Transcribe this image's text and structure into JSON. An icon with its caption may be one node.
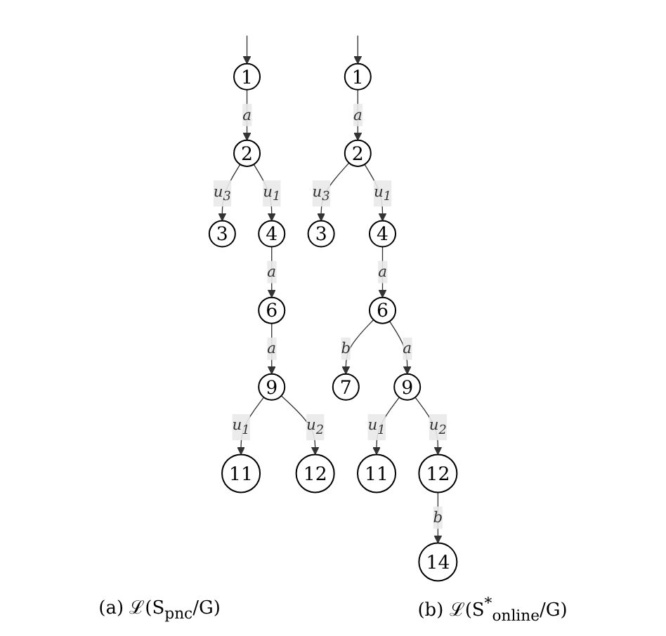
{
  "diagram": {
    "nodes": [
      {
        "text": [
          "1"
        ]
      },
      {
        "text": [
          "2"
        ]
      },
      {
        "text": [
          "3"
        ]
      },
      {
        "text": [
          "4"
        ]
      },
      {
        "text": [
          "6"
        ]
      },
      {
        "text": [
          "9"
        ]
      },
      {
        "text": [
          "11"
        ]
      },
      {
        "text": [
          "12"
        ]
      },
      {
        "text": [
          "1"
        ]
      },
      {
        "text": [
          "2"
        ]
      },
      {
        "text": [
          "3"
        ]
      },
      {
        "text": [
          "4"
        ]
      },
      {
        "text": [
          "6"
        ]
      },
      {
        "text": [
          "7"
        ]
      },
      {
        "text": [
          "9"
        ]
      },
      {
        "text": [
          "11"
        ]
      },
      {
        "text": [
          "12"
        ]
      },
      {
        "text": [
          "14"
        ]
      }
    ],
    "edges": [
      {
        "from": null,
        "to": 0,
        "arrow": "to"
      },
      {
        "from": 0,
        "to": 1,
        "arrow": "to",
        "label": "a"
      },
      {
        "from": 1,
        "to": 2,
        "arrow": "to",
        "label": "u$_{3}$"
      },
      {
        "from": 1,
        "to": 3,
        "arrow": "to",
        "label": "u$_{1}$"
      },
      {
        "from": 3,
        "to": 4,
        "arrow": "to",
        "label": "a"
      },
      {
        "from": 4,
        "to": 5,
        "arrow": "to",
        "label": "a"
      },
      {
        "from": 5,
        "to": 6,
        "arrow": "to",
        "label": "u$_{1}$"
      },
      {
        "from": 5,
        "to": 7,
        "arrow": "to",
        "label": "u$_{2}$"
      },
      {
        "from": null,
        "to": 8,
        "arrow": "to"
      },
      {
        "from": 8,
        "to": 9,
        "arrow": "to",
        "label": "a"
      },
      {
        "from": 9,
        "to": 10,
        "arrow": "to",
        "label": "u$_{3}$"
      },
      {
        "from": 9,
        "to": 11,
        "arrow": "to",
        "label": "u$_{1}$"
      },
      {
        "from": 11,
        "to": 12,
        "arrow": "to",
        "label": "a"
      },
      {
        "from": 12,
        "to": 13,
        "arrow": "to",
        "label": "b"
      },
      {
        "from": 12,
        "to": 14,
        "arrow": "to",
        "label": "a"
      },
      {
        "from": 14,
        "to": 15,
        "arrow": "to",
        "label": "u$_{1}$"
      },
      {
        "from": 14,
        "to": 16,
        "arrow": "to",
        "label": "u$_{2}$"
      },
      {
        "from": 16,
        "to": 17,
        "arrow": "to",
        "label": "b"
      }
    ],
    "labels": [
      "(a) ℒ(S$_{pnc}$/G)",
      "(b) ℒ(S$^{*}$$_{online}$/G)"
    ]
  }
}
